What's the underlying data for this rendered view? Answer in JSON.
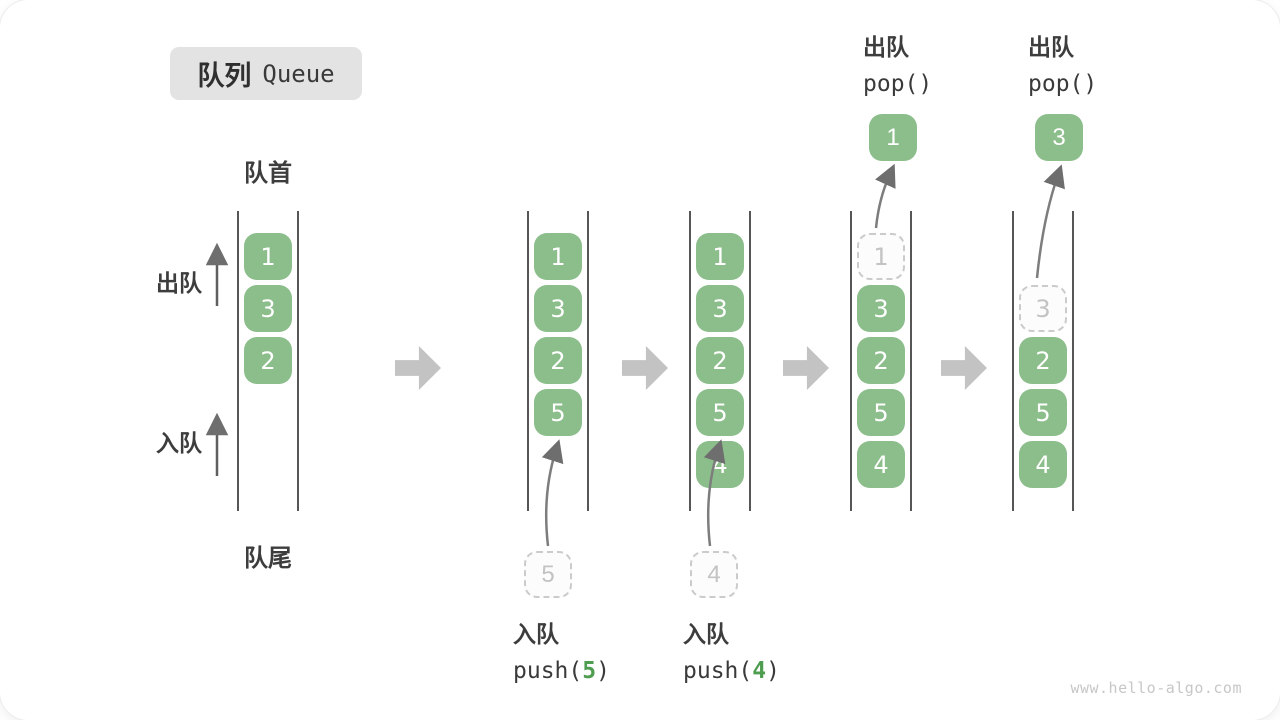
{
  "title": {
    "zh": "队列",
    "en": "Queue"
  },
  "labels": {
    "front": "队首",
    "rear": "队尾",
    "dequeue": "出队",
    "enqueue": "入队"
  },
  "queues": [
    {
      "name": "state-1",
      "slots": [
        {
          "value": "1"
        },
        {
          "value": "3"
        },
        {
          "value": "2"
        }
      ]
    },
    {
      "name": "state-2",
      "slots": [
        {
          "value": "1"
        },
        {
          "value": "3"
        },
        {
          "value": "2"
        },
        {
          "value": "5"
        }
      ]
    },
    {
      "name": "state-3",
      "slots": [
        {
          "value": "1"
        },
        {
          "value": "3"
        },
        {
          "value": "2"
        },
        {
          "value": "5"
        },
        {
          "value": "4"
        }
      ]
    },
    {
      "name": "state-4",
      "slots": [
        {
          "value": "1",
          "ghost": true
        },
        {
          "value": "3"
        },
        {
          "value": "2"
        },
        {
          "value": "5"
        },
        {
          "value": "4"
        }
      ]
    },
    {
      "name": "state-5",
      "slots": [
        {
          "value": "3",
          "ghost": true
        },
        {
          "value": "2"
        },
        {
          "value": "5"
        },
        {
          "value": "4"
        }
      ]
    }
  ],
  "operations": {
    "enqueue_5": {
      "label": "入队",
      "code_fn": "push(",
      "code_arg": "5",
      "code_close": ")",
      "ghost_value": "5"
    },
    "enqueue_4": {
      "label": "入队",
      "code_fn": "push(",
      "code_arg": "4",
      "code_close": ")",
      "ghost_value": "4"
    },
    "dequeue_1": {
      "label": "出队",
      "code": "pop()",
      "popped_value": "1"
    },
    "dequeue_3": {
      "label": "出队",
      "code": "pop()",
      "popped_value": "3"
    }
  },
  "colors": {
    "element_green": "#8cbe8c",
    "element_text": "#ffffff",
    "code_arg_green": "#4e9d50",
    "ghost_border": "#cbcbcb",
    "ghost_text": "#c3c3c3",
    "channel_line": "#565656",
    "block_arrow_gray": "#c3c3c3",
    "thin_arrow_gray": "#6e6e6e",
    "badge_bg": "#e3e3e3",
    "label_text": "#3d3d3d",
    "watermark_gray": "#c7c7c7"
  },
  "watermark": "www.hello-algo.com"
}
